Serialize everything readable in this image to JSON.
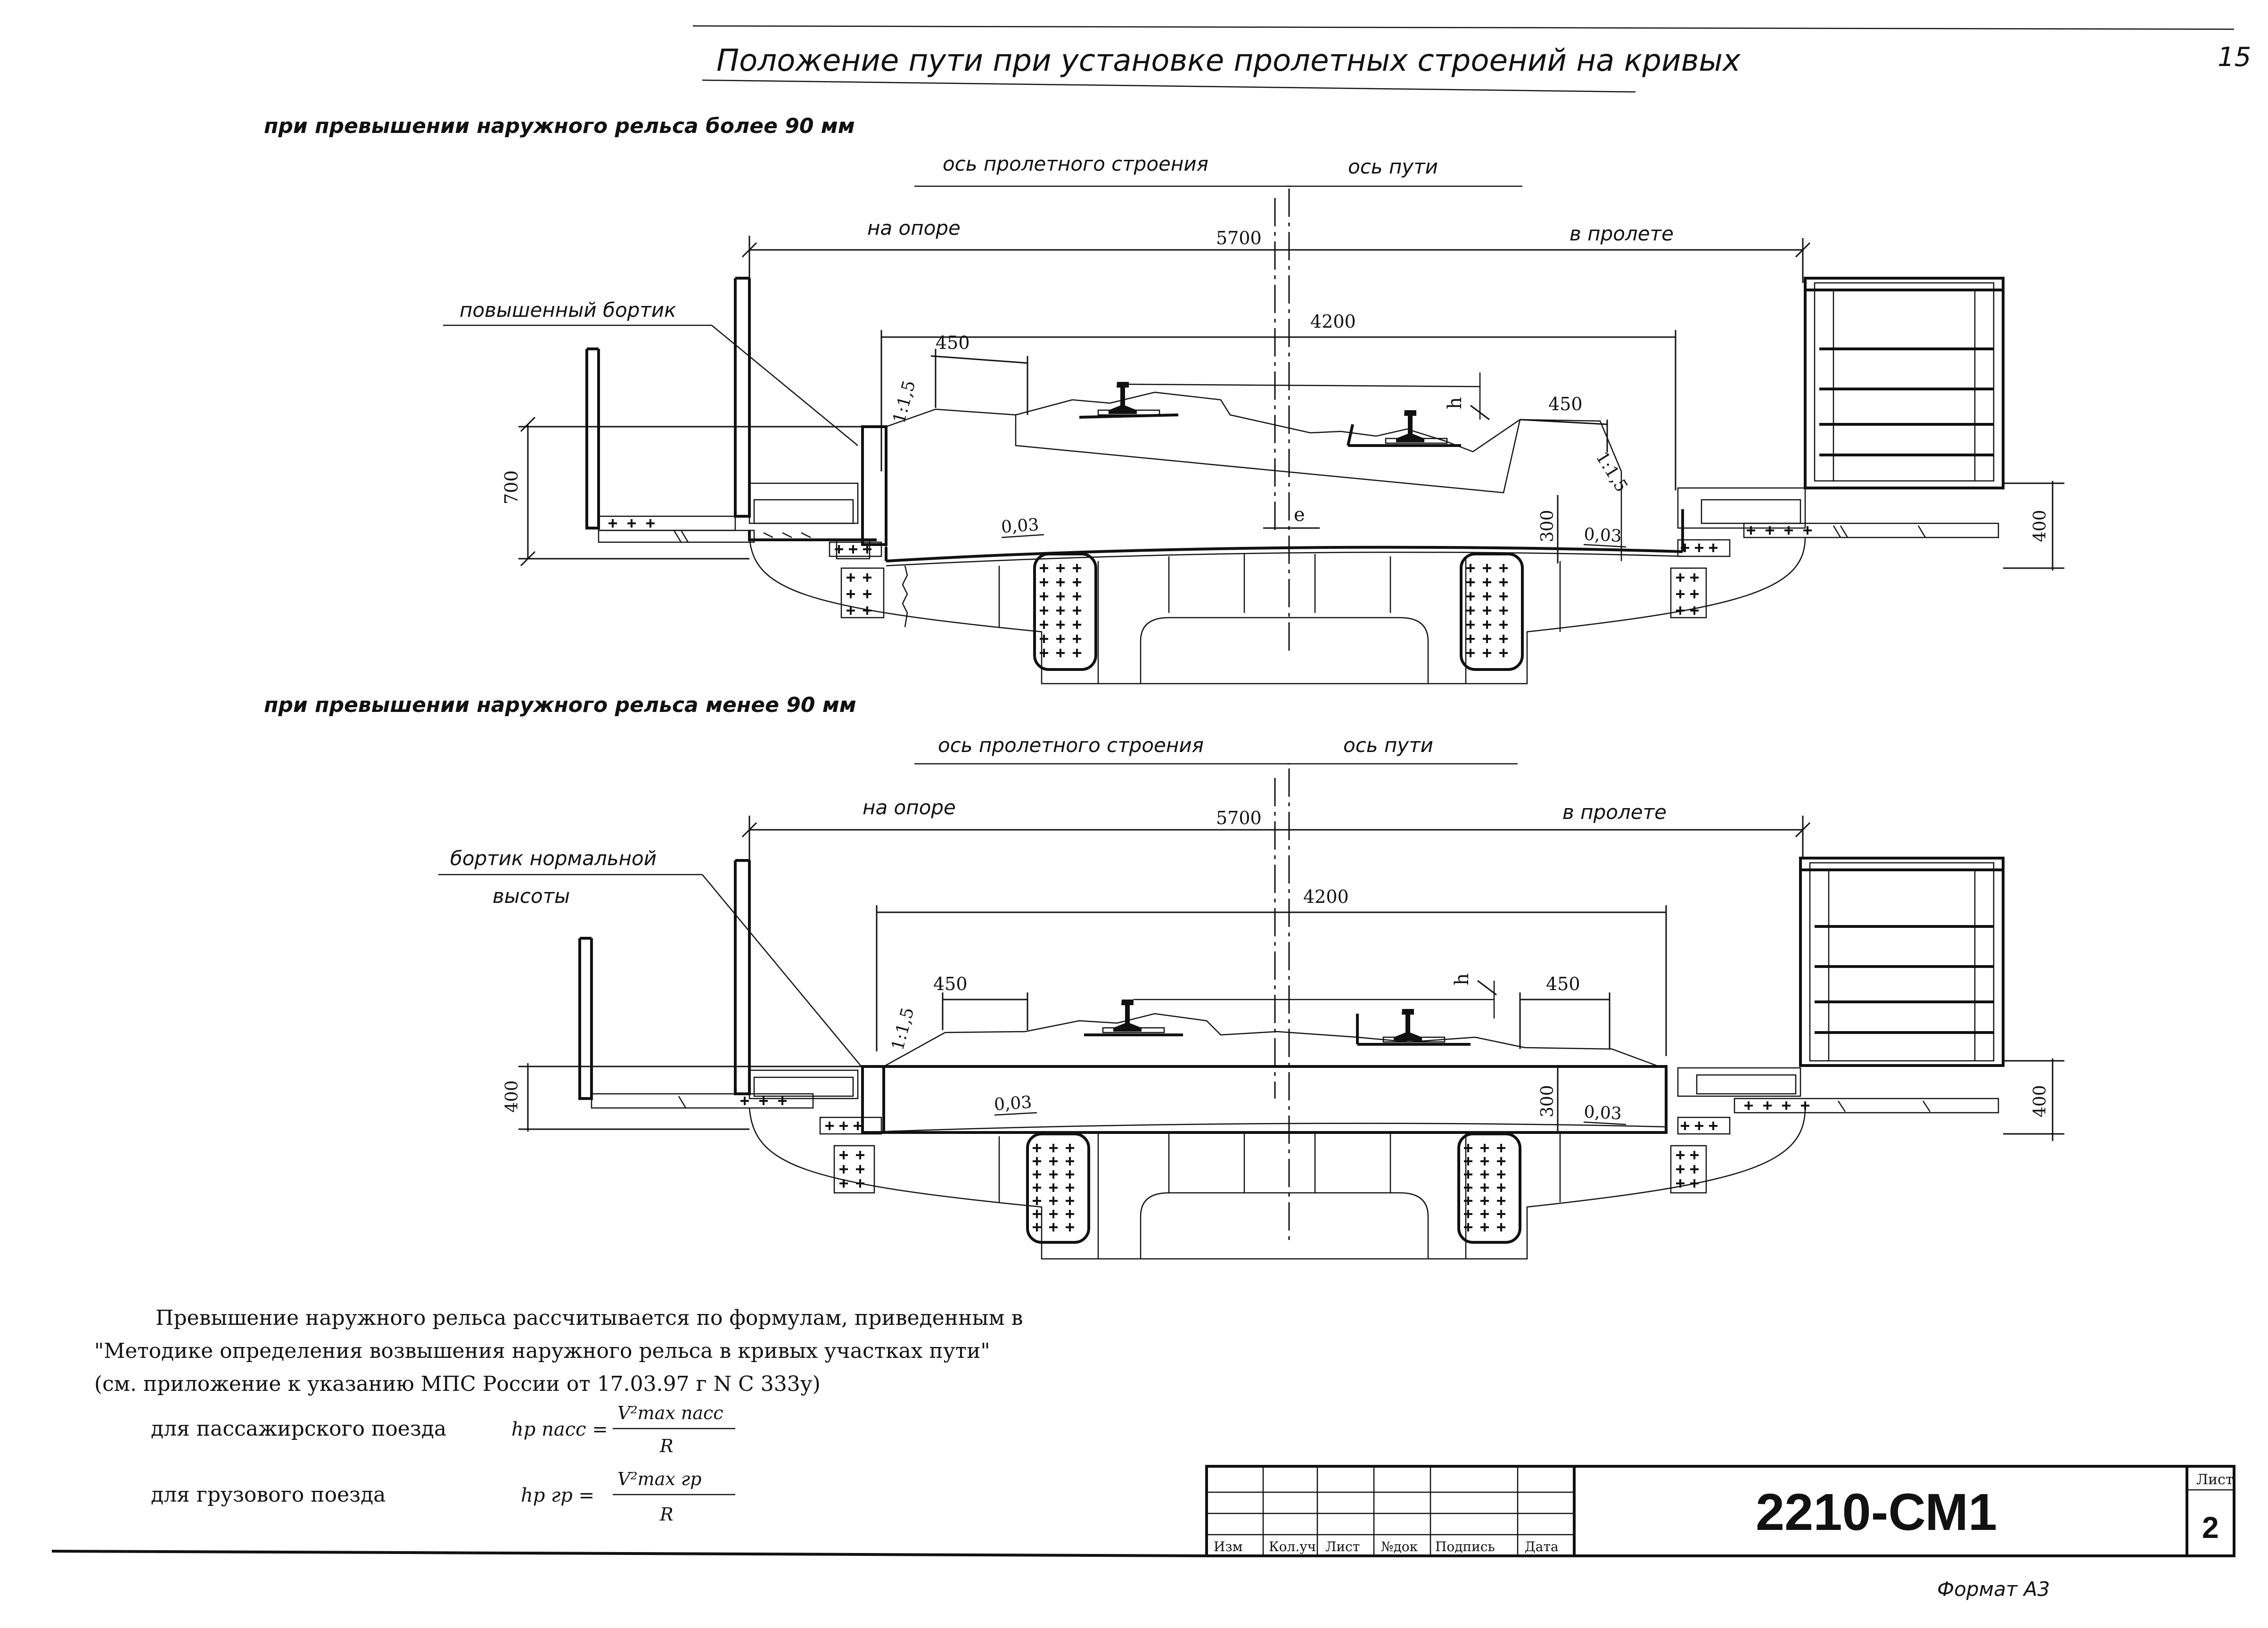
{
  "page": {
    "sheet_corner": "15",
    "title": "Положение пути при установке пролетных строений на кривых"
  },
  "section_top": {
    "heading": "при превышении наружного рельса более 90 мм",
    "axis_span": "ось пролетного строения",
    "axis_track": "ось пути",
    "label_left": "на опоре",
    "label_right": "в пролете",
    "dim_total": "5700",
    "dim_inner": "4200",
    "dim_ballast_left": "450",
    "dim_ballast_right": "450",
    "slope_left": "1:1,5",
    "slope_right": "1:1,5",
    "h": "h",
    "e": "е",
    "curb": "повышенный бортик",
    "dim_700": "700",
    "dim_300": "300",
    "dim_400": "400",
    "cross_left": "0,03",
    "cross_right": "0,03"
  },
  "section_bottom": {
    "heading": "при превышении наружного рельса менее 90 мм",
    "axis_span": "ось пролетного строения",
    "axis_track": "ось пути",
    "label_left": "на опоре",
    "label_right": "в пролете",
    "dim_total": "5700",
    "dim_inner": "4200",
    "dim_ballast_left": "450",
    "dim_ballast_right": "450",
    "slope_left": "1:1,5",
    "h": "h",
    "curb_line1": "бортик нормальной",
    "curb_line2": "высоты",
    "dim_400_left": "400",
    "dim_300": "300",
    "dim_400_right": "400",
    "cross_left": "0,03",
    "cross_right": "0,03"
  },
  "notes": {
    "line1": "Превышение наружного рельса рассчитывается по формулам, приведенным в",
    "line2": "\"Методике определения возвышения наружного рельса в кривых участках пути\"",
    "line3": "(см. приложение к указанию МПС России от 17.03.97 г N С 333у)",
    "passenger_label": "для пассажирского поезда",
    "cargo_label": "для грузового поезда",
    "formula_passenger_lhs": "hp пасс =",
    "formula_passenger_num": "V²max пасс",
    "formula_passenger_den": "R",
    "formula_cargo_lhs": "hp гр =",
    "formula_cargo_num": "V²max гр",
    "formula_cargo_den": "R"
  },
  "title_block": {
    "cols": [
      "Изм",
      "Кол.уч",
      "Лист",
      "№док",
      "Подпись",
      "Дата"
    ],
    "code": "2210-СМ1",
    "sheet_label": "Лист",
    "sheet_no": "2",
    "format": "Формат А3"
  }
}
